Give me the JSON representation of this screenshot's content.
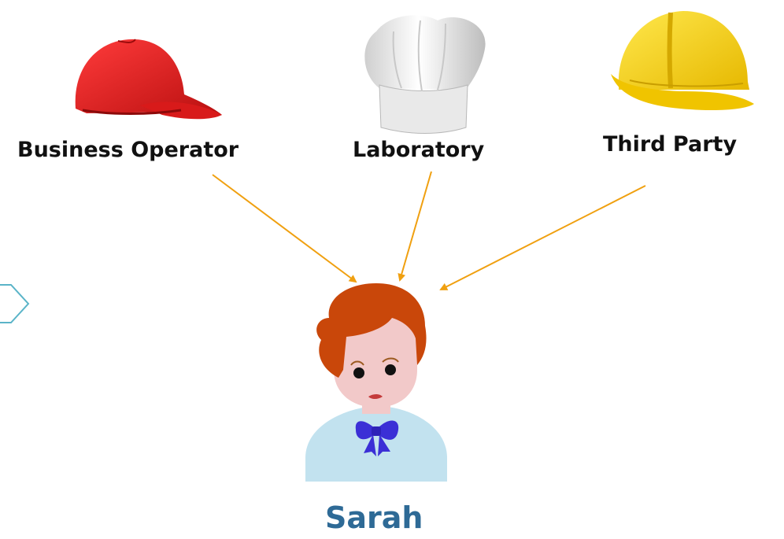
{
  "roles": [
    {
      "label": "Business Operator",
      "icon": "red-cap-icon"
    },
    {
      "label": "Laboratory",
      "icon": "chef-hat-icon"
    },
    {
      "label": "Third Party",
      "icon": "hard-hat-icon"
    }
  ],
  "person": {
    "name": "Sarah",
    "icon": "woman-avatar-icon"
  },
  "colors": {
    "arrow": "#f0a010",
    "name": "#2e6a96",
    "chevron": "#5ab4c8"
  }
}
